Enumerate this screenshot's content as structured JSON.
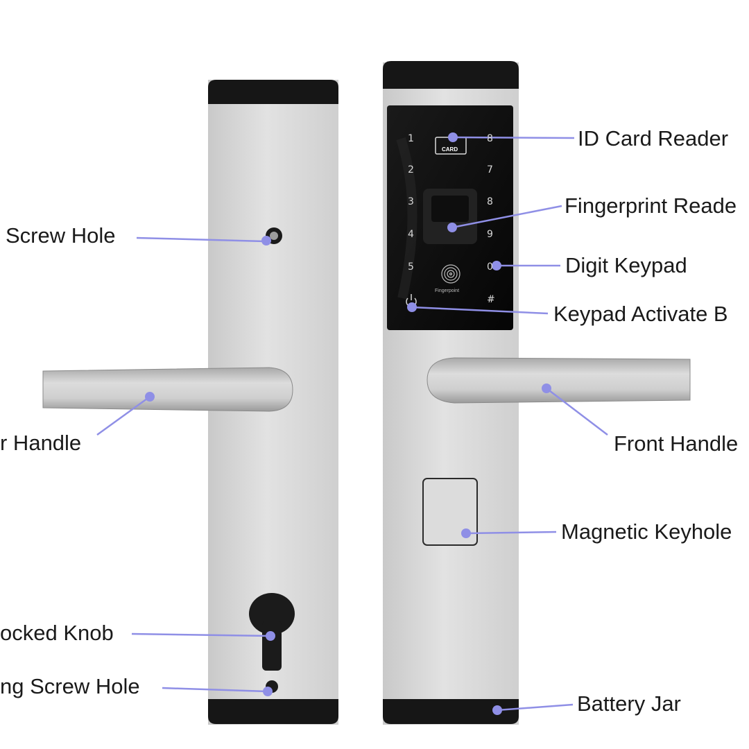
{
  "callouts": {
    "id_card_reader": "ID Card Reader",
    "fingerprint_reader": "Fingerprint Reade",
    "digit_keypad": "Digit Keypad",
    "keypad_activate": "Keypad Activate B",
    "front_handle": "Front Handle",
    "magnetic_keyhole": "Magnetic Keyhole",
    "battery_jar": "Battery Jar",
    "screw_hole": "Screw Hole",
    "rear_handle": "r Handle",
    "locked_knob": "ocked Knob",
    "fixing_screw_hole": "ng Screw Hole"
  },
  "keypad": {
    "left_column": [
      "1",
      "2",
      "3",
      "4",
      "5"
    ],
    "right_column": [
      "8",
      "7",
      "8",
      "9",
      "0",
      "#"
    ],
    "card_text": "CARD",
    "fingerprint_text": "Fingerpoint"
  },
  "colors": {
    "leader_line": "#8f8fe6",
    "plate_steel": "#d9d9d9",
    "end_cap": "#161616",
    "keypad_glass": "#0d0d0d"
  }
}
